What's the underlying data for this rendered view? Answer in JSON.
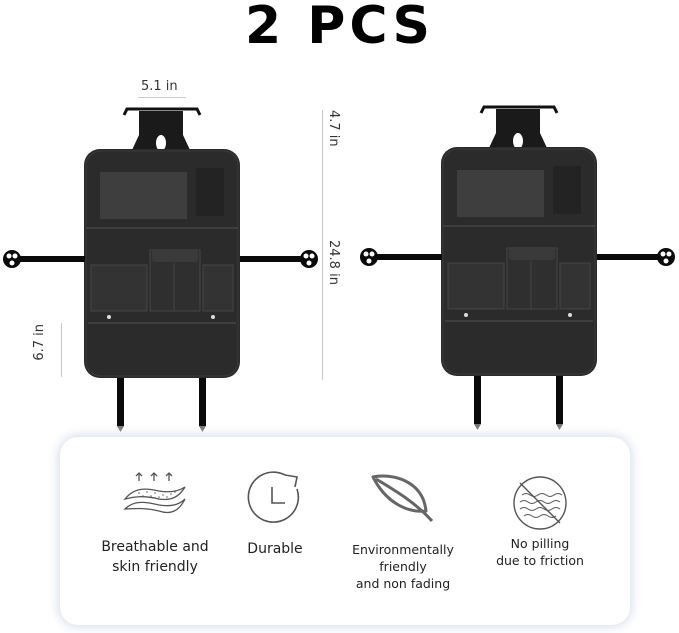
{
  "header": {
    "title": "2 PCS"
  },
  "dimensions": {
    "width_top": "5.1 in",
    "hook_height": "4.7 in",
    "total_height": "24.8 in",
    "bottom_pocket_height": "6.7 in"
  },
  "products": [
    {
      "name": "car-seat-organizer-left"
    },
    {
      "name": "car-seat-organizer-right"
    }
  ],
  "features": [
    {
      "icon": "breathable-layers-icon",
      "label_line1": "Breathable and",
      "label_line2": "skin friendly"
    },
    {
      "icon": "clock-durable-icon",
      "label_line1": "Durable",
      "label_line2": ""
    },
    {
      "icon": "leaf-icon",
      "label_line1": "Environmentally friendly",
      "label_line2": "and non fading"
    },
    {
      "icon": "no-pilling-icon",
      "label_line1": "No pilling",
      "label_line2": "due to friction"
    }
  ],
  "colors": {
    "organizer": "#2b2b2b",
    "strap": "#0a0a0a",
    "icon_stroke": "#555555",
    "panel_shadow": "#d2dceb"
  }
}
